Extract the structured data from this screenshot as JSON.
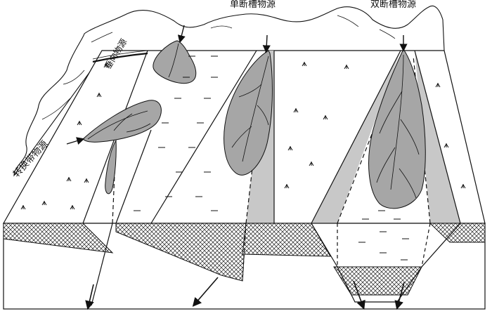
{
  "labels": {
    "single_trough": "单断槽物源",
    "double_trough": "双断槽物源",
    "vertical": "垂向物源",
    "transfer_zone": "转换带物源"
  },
  "colors": {
    "fan": "#a6a6a6",
    "fault_face": "#c8c8c8",
    "line": "#111111"
  }
}
